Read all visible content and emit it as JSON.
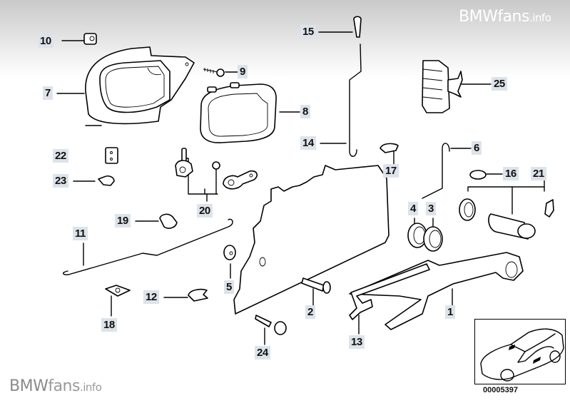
{
  "watermark": {
    "top": {
      "brand": "BMW",
      "fans": "fans",
      "suffix": ".info"
    },
    "bottom": {
      "brand": "BMW",
      "fans": "fans",
      "suffix": ".info"
    }
  },
  "diagram": {
    "title": "Door handle / lock parts exploded view",
    "diagram_number": "00005397",
    "inset": "car-location-thumbnail",
    "callouts": [
      {
        "id": "1",
        "label": "1",
        "part": "outer-door-handle"
      },
      {
        "id": "2",
        "label": "2",
        "part": "screw"
      },
      {
        "id": "3",
        "label": "3",
        "part": "ring-seal"
      },
      {
        "id": "4",
        "label": "4",
        "part": "ring-bezel"
      },
      {
        "id": "5",
        "label": "5",
        "part": "nut"
      },
      {
        "id": "6",
        "label": "6",
        "part": "rod-hook"
      },
      {
        "id": "7",
        "label": "7",
        "part": "inner-door-handle"
      },
      {
        "id": "8",
        "label": "8",
        "part": "handle-bezel-trim"
      },
      {
        "id": "9",
        "label": "9",
        "part": "screw"
      },
      {
        "id": "10",
        "label": "10",
        "part": "cap-cover"
      },
      {
        "id": "11",
        "label": "11",
        "part": "operating-rod"
      },
      {
        "id": "12",
        "label": "12",
        "part": "clip"
      },
      {
        "id": "13",
        "label": "13",
        "part": "handle-gasket"
      },
      {
        "id": "14",
        "label": "14",
        "part": "lock-button-rod"
      },
      {
        "id": "15",
        "label": "15",
        "part": "lock-button"
      },
      {
        "id": "16",
        "label": "16",
        "part": "cap"
      },
      {
        "id": "17",
        "label": "17",
        "part": "rod-guide-clip"
      },
      {
        "id": "18",
        "label": "18",
        "part": "clamp-nut"
      },
      {
        "id": "19",
        "label": "19",
        "part": "rod-clip"
      },
      {
        "id": "20",
        "label": "20",
        "part": "repair-kit-bearing"
      },
      {
        "id": "21",
        "label": "21",
        "part": "lock-cylinder-set"
      },
      {
        "id": "22",
        "label": "22",
        "part": "buffer-block"
      },
      {
        "id": "23",
        "label": "23",
        "part": "clip"
      },
      {
        "id": "24",
        "label": "24",
        "part": "expanding-rivet"
      },
      {
        "id": "25",
        "label": "25",
        "part": "connector-holder"
      }
    ]
  }
}
